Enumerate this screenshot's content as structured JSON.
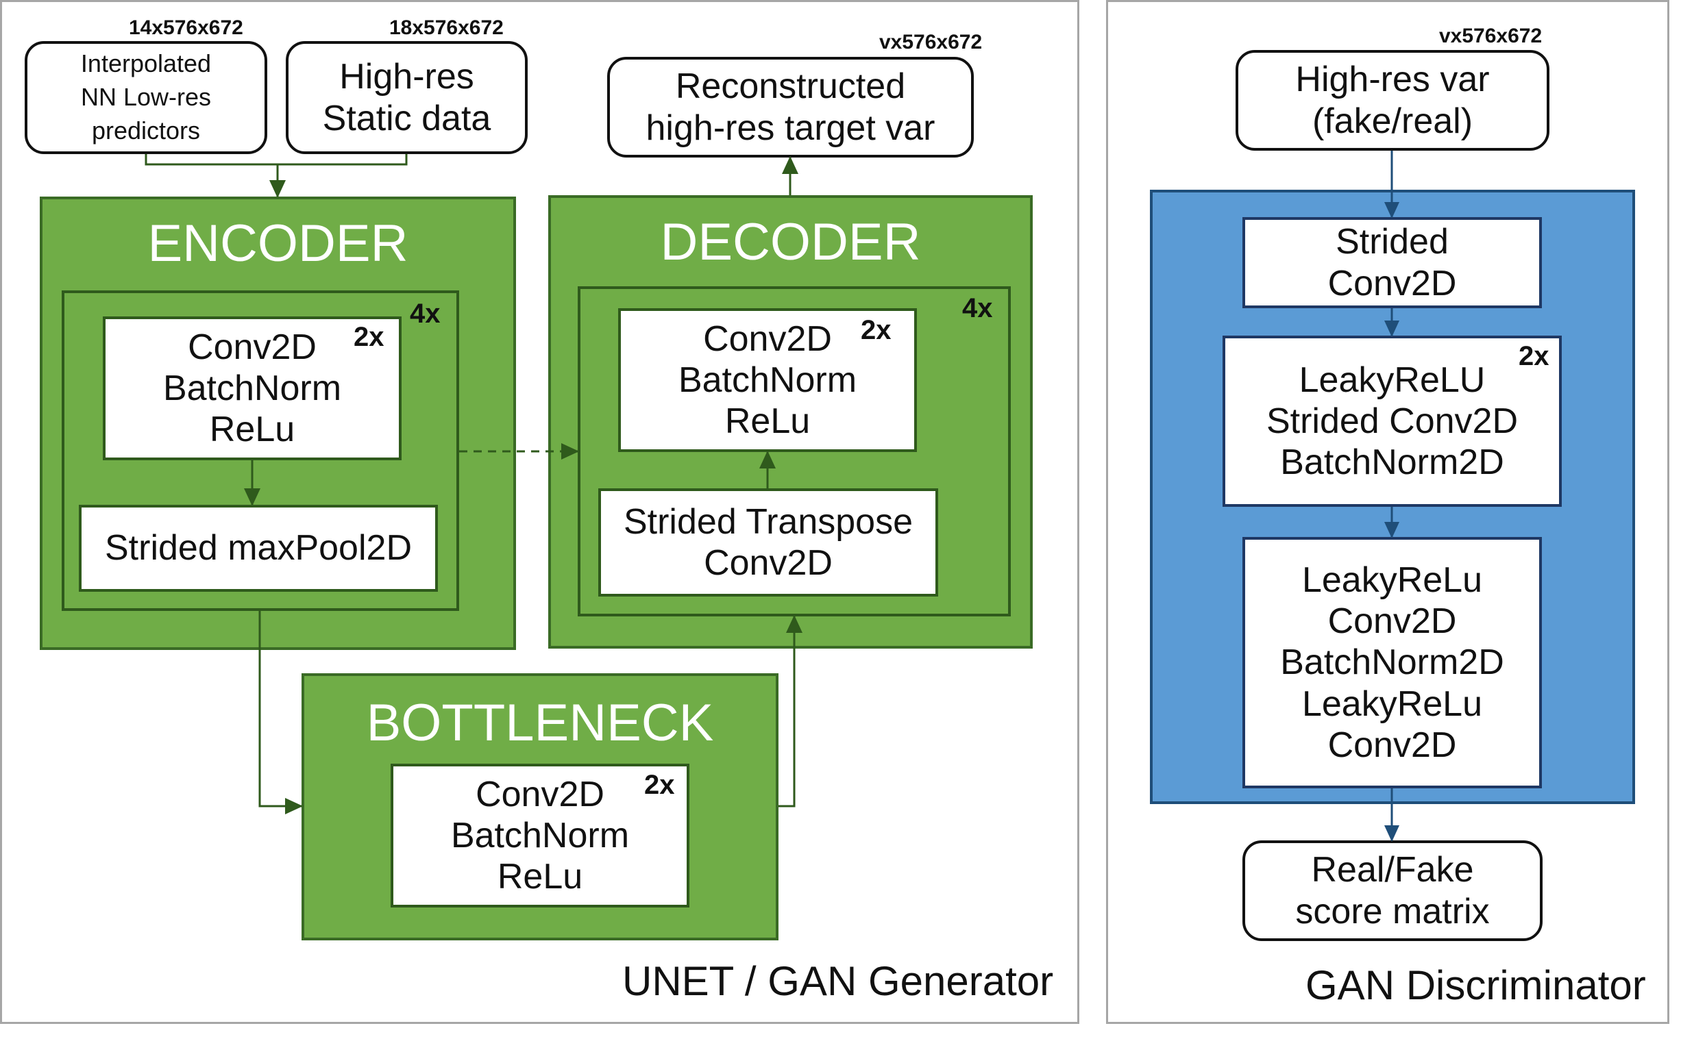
{
  "generator": {
    "input_low_res": {
      "dims": "14x576x672",
      "lines": [
        "Interpolated",
        "NN Low-res",
        "predictors"
      ]
    },
    "input_static": {
      "dims": "18x576x672",
      "lines": [
        "High-res",
        "Static data"
      ]
    },
    "output": {
      "dims": "vx576x672",
      "lines": [
        "Reconstructed",
        "high-res target var"
      ]
    },
    "encoder": {
      "title": "ENCODER",
      "repeat": "4x",
      "conv_block": {
        "repeat": "2x",
        "lines": [
          "Conv2D",
          "BatchNorm",
          "ReLu"
        ]
      },
      "pool_block": {
        "lines": [
          "Strided maxPool2D"
        ]
      }
    },
    "decoder": {
      "title": "DECODER",
      "repeat": "4x",
      "conv_block": {
        "repeat": "2x",
        "lines": [
          "Conv2D",
          "BatchNorm",
          "ReLu"
        ]
      },
      "upsample_block": {
        "lines": [
          "Strided Transpose",
          "Conv2D"
        ]
      }
    },
    "bottleneck": {
      "title": "BOTTLENECK",
      "conv_block": {
        "repeat": "2x",
        "lines": [
          "Conv2D",
          "BatchNorm",
          "ReLu"
        ]
      }
    },
    "caption": "UNET / GAN Generator"
  },
  "discriminator": {
    "input": {
      "dims": "vx576x672",
      "lines": [
        "High-res var",
        "(fake/real)"
      ]
    },
    "strided_block": {
      "lines": [
        "Strided",
        "Conv2D"
      ]
    },
    "leaky_block": {
      "repeat": "2x",
      "lines": [
        "LeakyReLU",
        "Strided Conv2D",
        "BatchNorm2D"
      ]
    },
    "final_block": {
      "lines": [
        "LeakyReLu",
        "Conv2D",
        "BatchNorm2D",
        "LeakyReLu",
        "Conv2D"
      ]
    },
    "output": {
      "lines": [
        "Real/Fake",
        "score matrix"
      ]
    },
    "caption": "GAN Discriminator"
  },
  "colors": {
    "green_fill": "#70ad47",
    "green_border": "#3a6b25",
    "blue_fill": "#5b9bd5",
    "blue_border": "#1f4e79",
    "panel_border": "#a6a6a6"
  }
}
